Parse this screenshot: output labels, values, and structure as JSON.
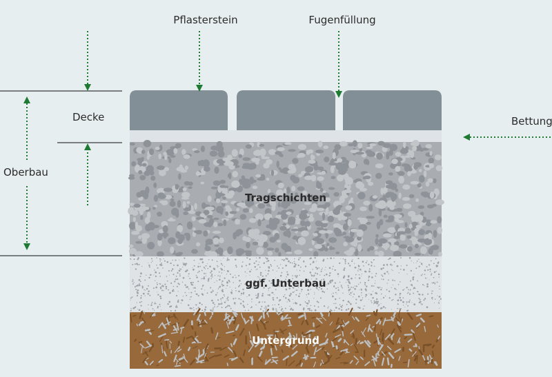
{
  "labels": {
    "pflasterstein": "Pflasterstein",
    "fugenfuellung": "Fugenfüllung",
    "decke": "Decke",
    "oberbau": "Oberbau",
    "bettung": "Bettung",
    "tragschichten": "Tragschichten",
    "unterbau": "ggf. Unterbau",
    "untergrund": "Untergrund"
  },
  "colors": {
    "background": "#e7eef0",
    "stone": "#828f96",
    "bedding": "#dde3e6",
    "base_layer": "#a9adb1",
    "base_layer_blob": "#8e9399",
    "subbase": "#dfe3e5",
    "subgrade": "#98693a",
    "subgrade_streak": "#bcc0c3",
    "arrow": "#1e7a32",
    "rule": "#3a3a3a",
    "text_dark": "#2b2b2b",
    "layer_label_light": "#ffffff"
  },
  "icons": {
    "arrow": "dotted-arrow-icon"
  }
}
